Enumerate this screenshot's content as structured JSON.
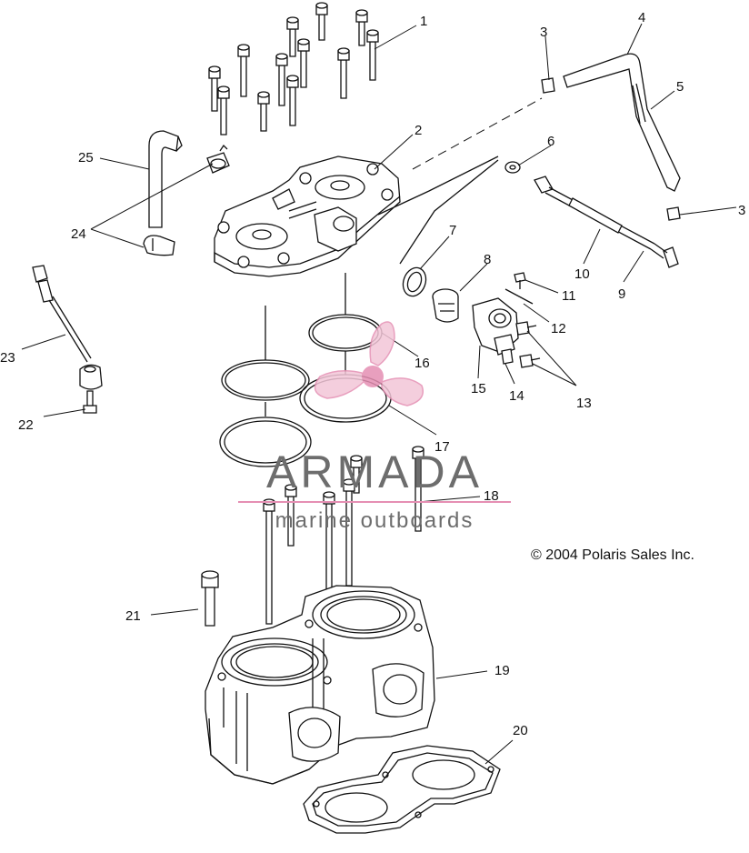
{
  "diagram": {
    "copyright": "© 2004 Polaris Sales Inc.",
    "callouts": [
      "1",
      "2",
      "3",
      "3",
      "4",
      "5",
      "6",
      "7",
      "8",
      "9",
      "10",
      "11",
      "12",
      "13",
      "14",
      "15",
      "16",
      "17",
      "18",
      "19",
      "20",
      "21",
      "22",
      "23",
      "24",
      "25"
    ]
  },
  "watermark": {
    "name": "ARMADA",
    "tagline": "marine outboards",
    "accent_color": "#e58fb3",
    "text_color": "#6d6d6d",
    "icon": "propeller-logo-icon"
  }
}
